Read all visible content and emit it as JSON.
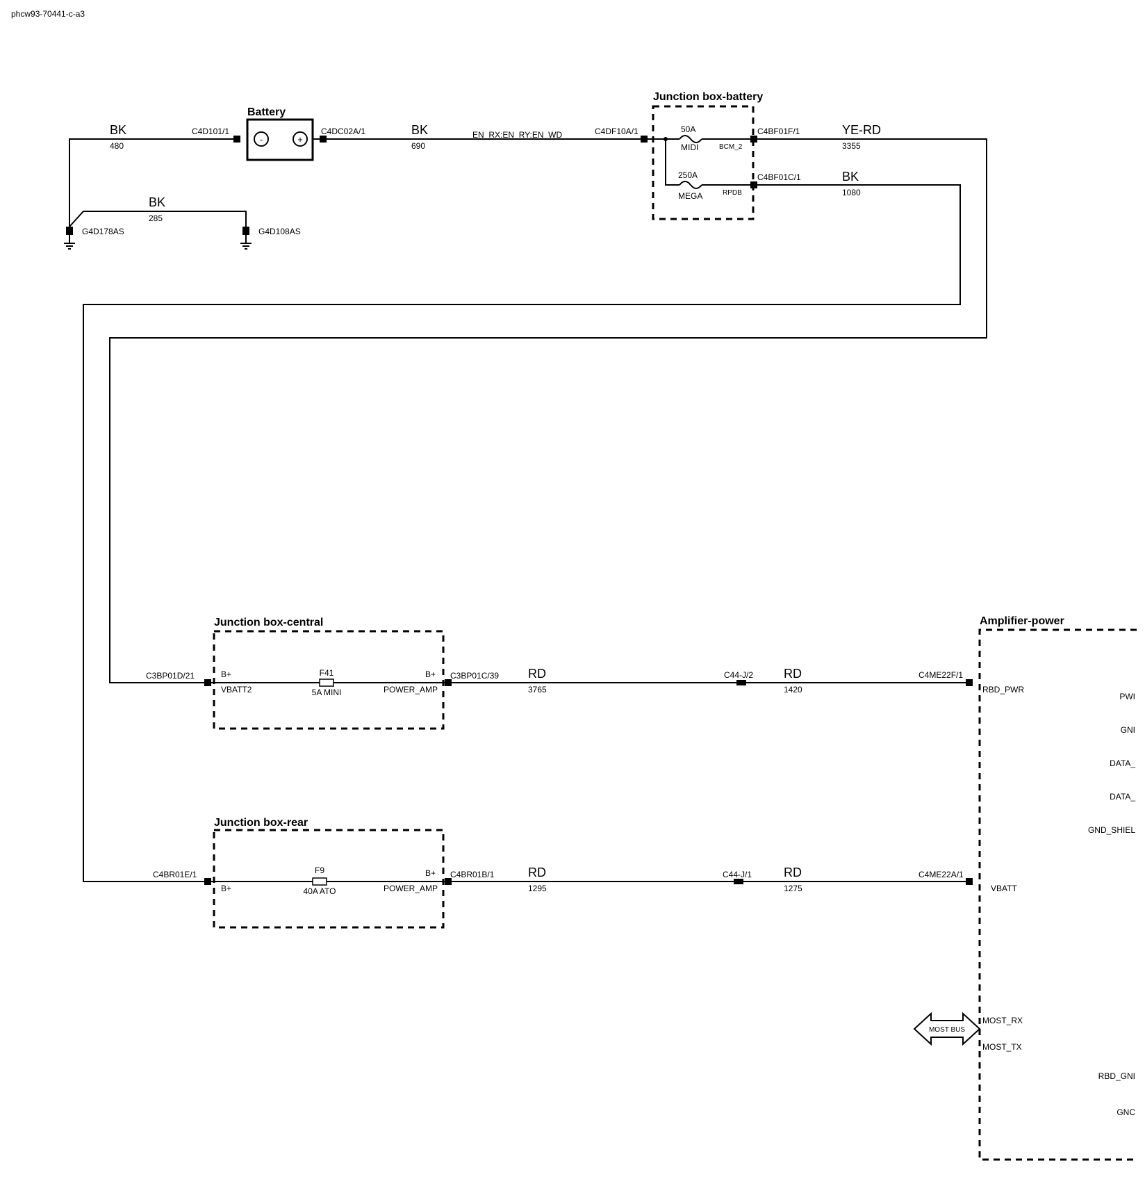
{
  "document_id": "phcw93-70441-c-a3",
  "components": {
    "battery": {
      "title": "Battery",
      "neg": "-",
      "pos": "+"
    },
    "jb_battery": {
      "title": "Junction box-battery"
    },
    "jb_central": {
      "title": "Junction box-central"
    },
    "jb_rear": {
      "title": "Junction box-rear"
    },
    "amplifier": {
      "title": "Amplifier-power"
    }
  },
  "connectors": {
    "c4d101": "C4D101/1",
    "c4dc02a": "C4DC02A/1",
    "c4df10a": "C4DF10A/1",
    "c4bf01f": "C4BF01F/1",
    "c4bf01c": "C4BF01C/1",
    "c3bp01d": "C3BP01D/21",
    "c3bp01c": "C3BP01C/39",
    "c44_j2": "C44-J/2",
    "c4me22f": "C4ME22F/1",
    "c4br01e": "C4BR01E/1",
    "c4br01b": "C4BR01B/1",
    "c44_j1": "C44-J/1",
    "c4me22a": "C4ME22A/1"
  },
  "grounds": {
    "g1": "G4D178AS",
    "g2": "G4D108AS"
  },
  "wires": {
    "w480": {
      "color": "BK",
      "num": "480"
    },
    "w285": {
      "color": "BK",
      "num": "285"
    },
    "w690": {
      "color": "BK",
      "num": "690"
    },
    "w3355": {
      "color": "YE-RD",
      "num": "3355"
    },
    "w1080": {
      "color": "BK",
      "num": "1080"
    },
    "w3765": {
      "color": "RD",
      "num": "3765"
    },
    "w1420": {
      "color": "RD",
      "num": "1420"
    },
    "w1295": {
      "color": "RD",
      "num": "1295"
    },
    "w1275": {
      "color": "RD",
      "num": "1275"
    }
  },
  "net_label": "EN_RX:EN_RY:EN_WD",
  "fuses": {
    "midi": {
      "rating": "50A",
      "type": "MIDI",
      "out": "BCM_2"
    },
    "mega": {
      "rating": "250A",
      "type": "MEGA",
      "out": "RPDB"
    },
    "f41": {
      "id": "F41",
      "rating": "5A MINI"
    },
    "f9": {
      "id": "F9",
      "rating": "40A ATO"
    }
  },
  "pins": {
    "central_in_top": "B+",
    "central_in_bottom": "VBATT2",
    "central_out_top": "B+",
    "central_out_bottom": "POWER_AMP",
    "rear_in": "B+",
    "rear_out_top": "B+",
    "rear_out_bottom": "POWER_AMP"
  },
  "amp_pins": {
    "rbd_pwr": "RBD_PWR",
    "pwr": "PWI",
    "gnd": "GNI",
    "data1": "DATA_",
    "data2": "DATA_",
    "gnd_shield": "GND_SHIEL",
    "vbatt": "VBATT",
    "most_rx": "MOST_RX",
    "most_tx": "MOST_TX",
    "rbd_gnd": "RBD_GNI",
    "gnd2": "GNC"
  },
  "most_bus": "MOST BUS"
}
